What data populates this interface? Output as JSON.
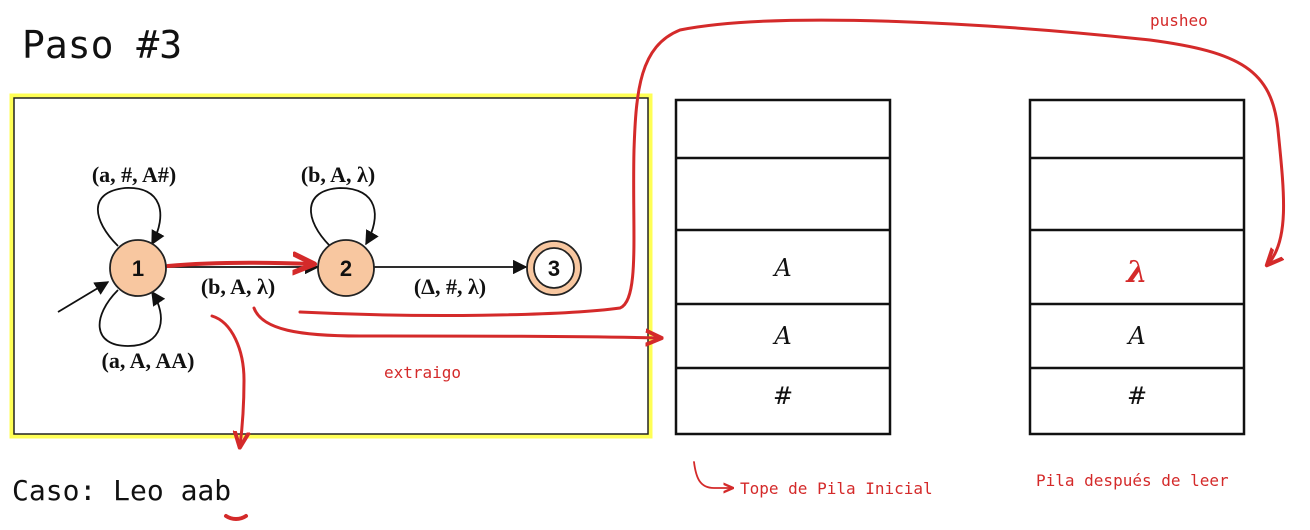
{
  "title": "Paso #3",
  "caption": "Caso: Leo aab",
  "colors": {
    "ink": "#111111",
    "annotation_red": "#d42a2a",
    "state_fill": "#f8c7a0",
    "highlight_border": "#ffff55"
  },
  "automaton": {
    "states": [
      "1",
      "2",
      "3"
    ],
    "transitions": {
      "loop_1_top": "(a, #, A#)",
      "loop_1_bottom": "(a, A, AA)",
      "edge_1_2": "(b, A, λ)",
      "loop_2": "(b, A, λ)",
      "edge_2_3": "(Δ, #, λ)"
    }
  },
  "stack_initial": {
    "label": "Tope de Pila Inicial",
    "cells": [
      "",
      "",
      "A",
      "A",
      "#"
    ]
  },
  "stack_after": {
    "label": "Pila después de leer",
    "cells": [
      "",
      "",
      "λ",
      "A",
      "#"
    ]
  },
  "annotations": {
    "pop": "extraigo",
    "push": "pusheo"
  }
}
